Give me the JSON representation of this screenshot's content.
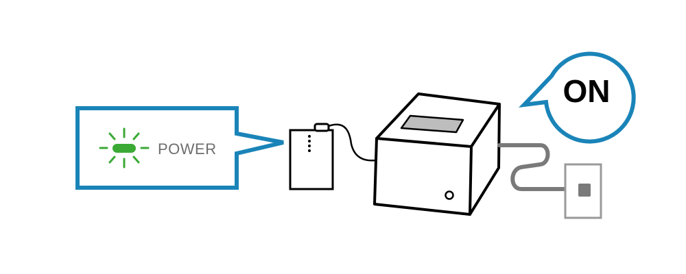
{
  "indicator": {
    "label": "POWER",
    "led_color": "#3aaa35"
  },
  "status_bubble": {
    "label": "ON"
  },
  "colors": {
    "callout_border": "#1a84b8",
    "outline": "#000000",
    "cable": "#7a7a7a",
    "outlet": "#9a9a9a"
  },
  "icons": [
    "power-led-icon",
    "wireless-adapter",
    "printer",
    "power-cable",
    "wall-outlet"
  ]
}
